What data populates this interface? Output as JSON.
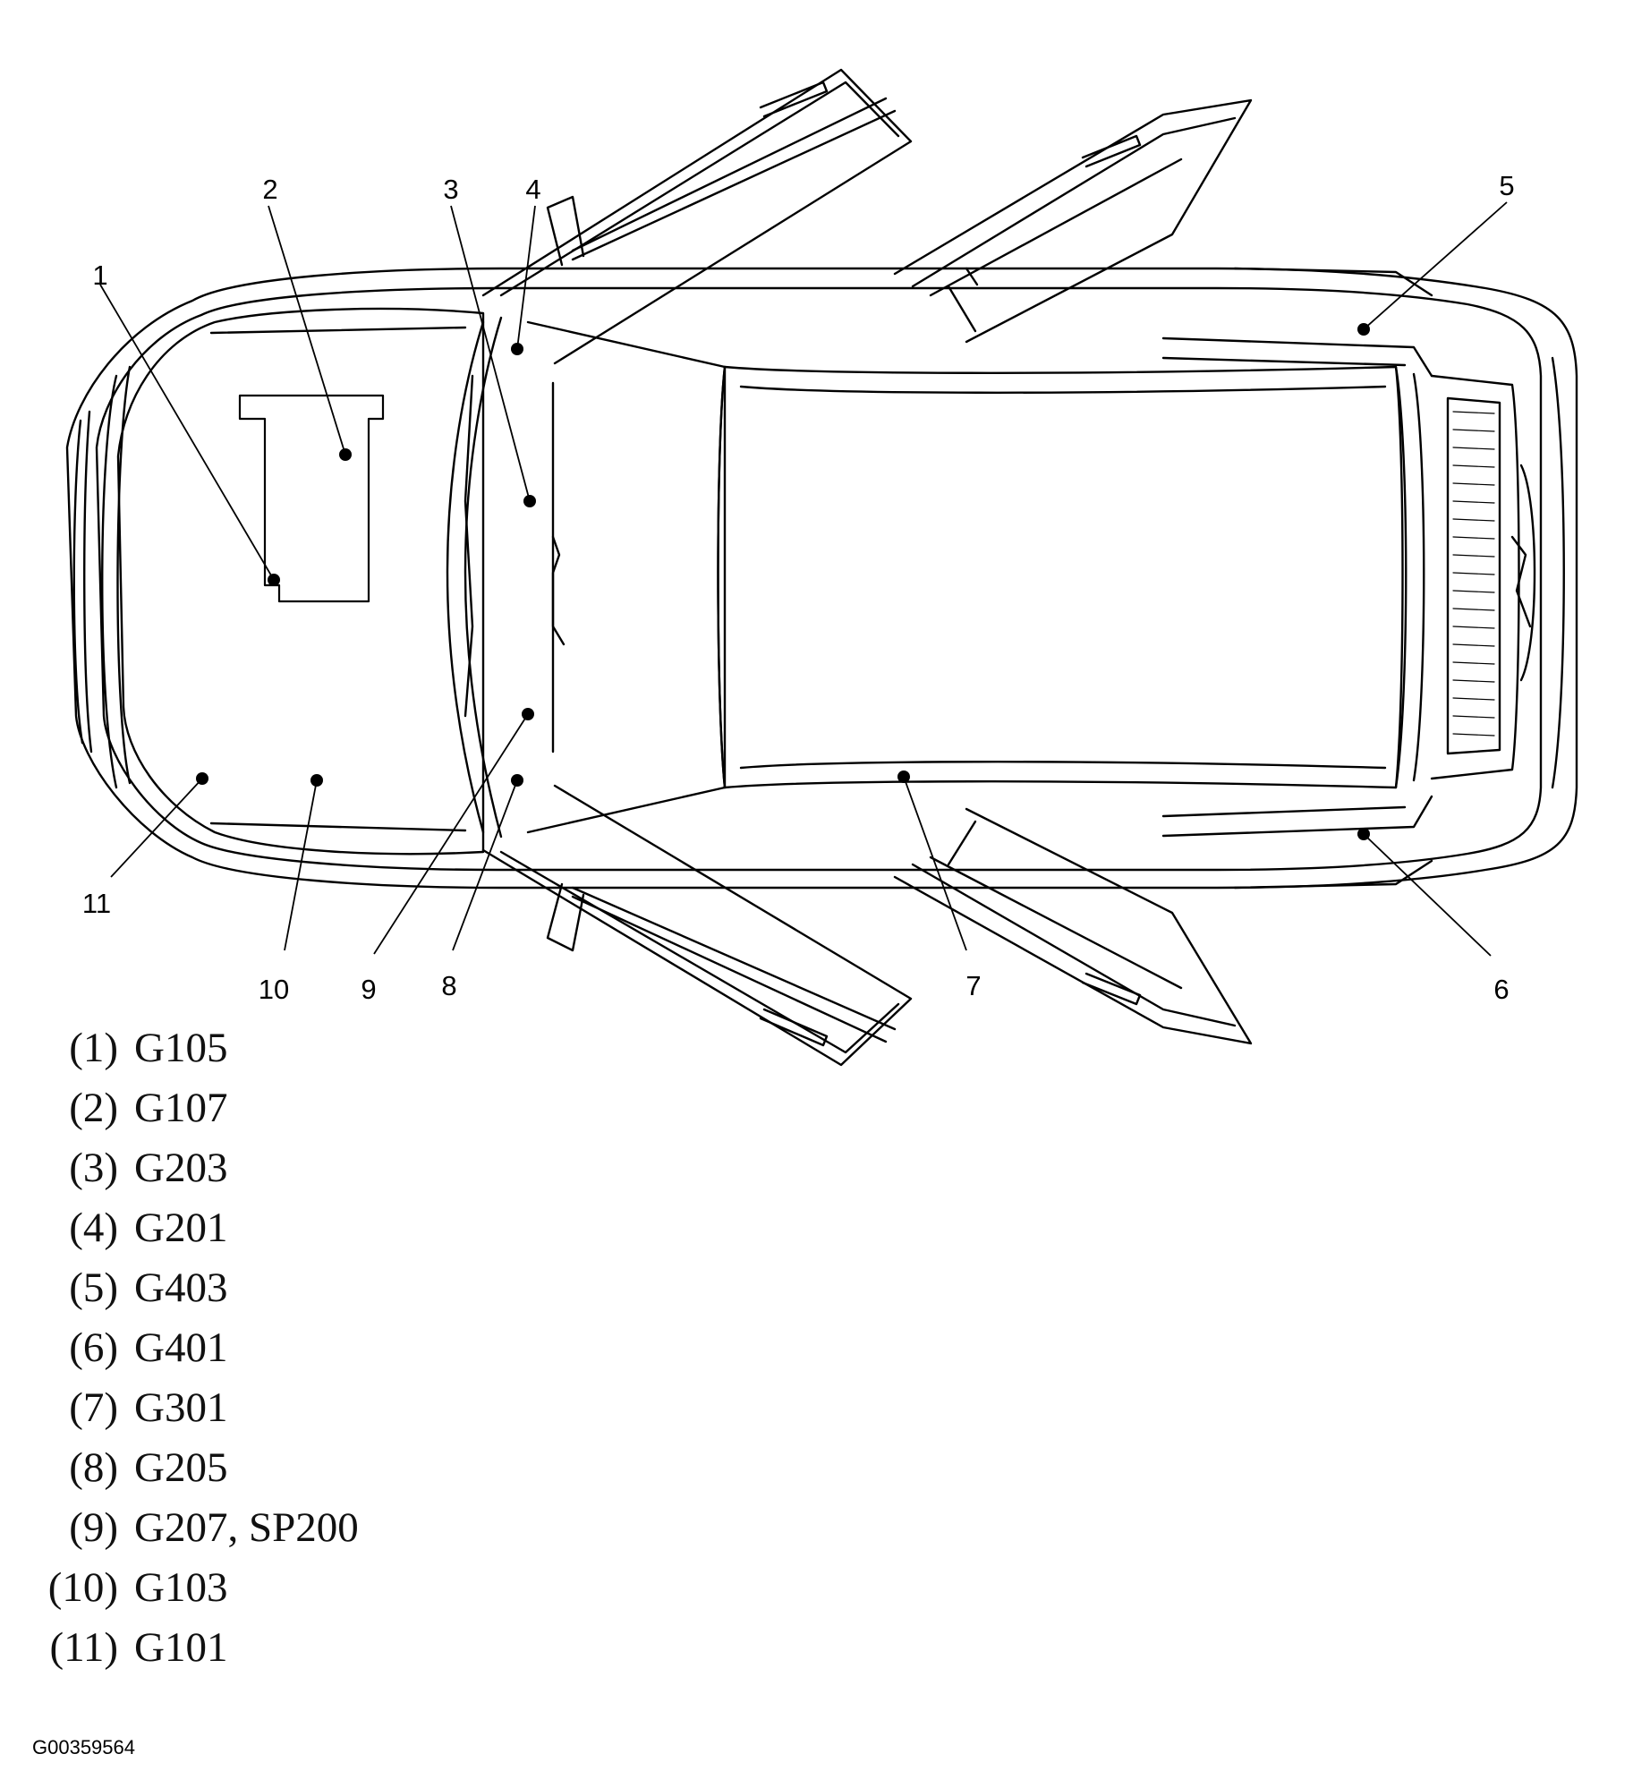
{
  "callouts": [
    {
      "num": "1"
    },
    {
      "num": "2"
    },
    {
      "num": "3"
    },
    {
      "num": "4"
    },
    {
      "num": "5"
    },
    {
      "num": "6"
    },
    {
      "num": "7"
    },
    {
      "num": "8"
    },
    {
      "num": "9"
    },
    {
      "num": "10"
    },
    {
      "num": "11"
    }
  ],
  "legend": [
    {
      "num": "(1)",
      "label": "G105"
    },
    {
      "num": "(2)",
      "label": "G107"
    },
    {
      "num": "(3)",
      "label": "G203"
    },
    {
      "num": "(4)",
      "label": "G201"
    },
    {
      "num": "(5)",
      "label": "G403"
    },
    {
      "num": "(6)",
      "label": "G401"
    },
    {
      "num": "(7)",
      "label": "G301"
    },
    {
      "num": "(8)",
      "label": "G205"
    },
    {
      "num": "(9)",
      "label": "G207, SP200"
    },
    {
      "num": "(10)",
      "label": "G103"
    },
    {
      "num": "(11)",
      "label": "G101"
    }
  ],
  "figure_id": "G00359564"
}
